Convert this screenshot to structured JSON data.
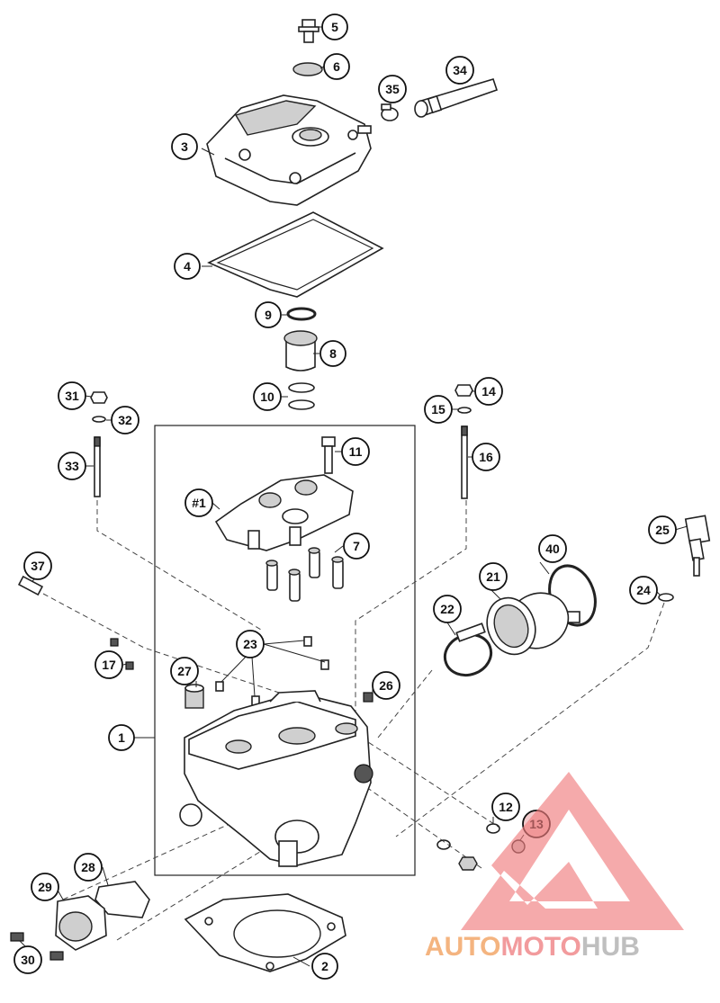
{
  "callouts": [
    {
      "label": "5"
    },
    {
      "label": "6"
    },
    {
      "label": "34"
    },
    {
      "label": "35"
    },
    {
      "label": "3"
    },
    {
      "label": "4"
    },
    {
      "label": "9"
    },
    {
      "label": "8"
    },
    {
      "label": "10"
    },
    {
      "label": "31"
    },
    {
      "label": "32"
    },
    {
      "label": "33"
    },
    {
      "label": "14"
    },
    {
      "label": "15"
    },
    {
      "label": "16"
    },
    {
      "label": "11"
    },
    {
      "label": "#1"
    },
    {
      "label": "7"
    },
    {
      "label": "37"
    },
    {
      "label": "17"
    },
    {
      "label": "25"
    },
    {
      "label": "40"
    },
    {
      "label": "21"
    },
    {
      "label": "24"
    },
    {
      "label": "22"
    },
    {
      "label": "23"
    },
    {
      "label": "27"
    },
    {
      "label": "26"
    },
    {
      "label": "1"
    },
    {
      "label": "12"
    },
    {
      "label": "13"
    },
    {
      "label": "28"
    },
    {
      "label": "29"
    },
    {
      "label": "30"
    },
    {
      "label": "2"
    }
  ],
  "watermark": {
    "part1": "AUTO",
    "part2": "MOTO",
    "part3": "HUB",
    "colors": {
      "part1": "#f3a86a",
      "part2": "#f08a8c",
      "part3": "#b5b5b5",
      "logo": "#ef7a7c"
    }
  }
}
